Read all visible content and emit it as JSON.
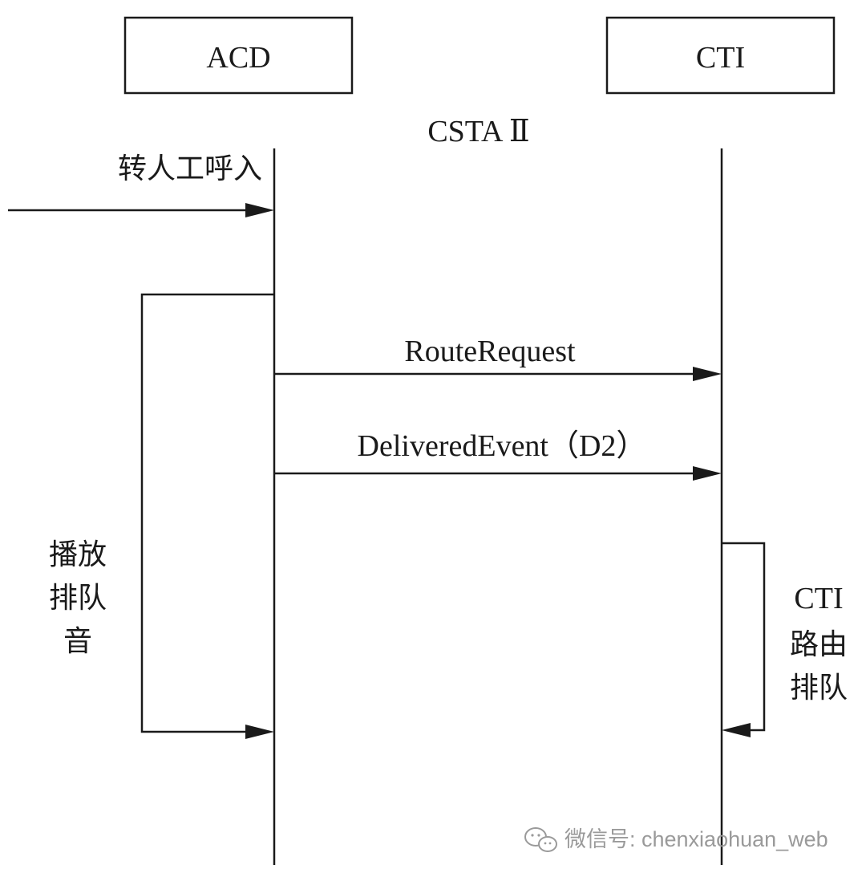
{
  "participants": {
    "acd": "ACD",
    "cti": "CTI"
  },
  "protocol_label": "CSTA Ⅱ",
  "messages": {
    "incoming_call": "转人工呼入",
    "route_request": "RouteRequest",
    "delivered_event": "DeliveredEvent（D2）"
  },
  "side_notes": {
    "acd_queue": [
      "播放",
      "排队",
      "音"
    ],
    "cti_queue": [
      "CTI",
      "路由",
      "排队"
    ]
  },
  "watermark": {
    "icon": "wechat-icon",
    "text": "微信号: chenxiaohuan_web"
  }
}
